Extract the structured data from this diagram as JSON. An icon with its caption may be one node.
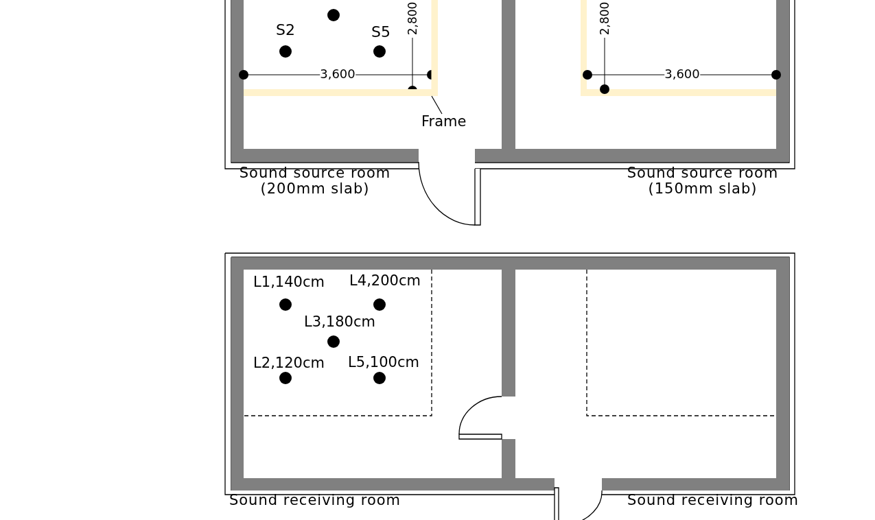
{
  "diagram": {
    "nodes": [
      {
        "text": [
          "Sound source room (200mm slab)"
        ]
      },
      {
        "text": [
          "Sound source room (150mm slab)"
        ]
      },
      {
        "text": [
          "Sound receiving room"
        ]
      },
      {
        "text": [
          "Sound receiving room"
        ]
      },
      {
        "text": [
          "Frame"
        ]
      },
      {
        "text": [],
        "shape": "box",
        "in": 0
      }
    ],
    "edges": [
      {
        "from": 4,
        "to": 5,
        "arrow": "none"
      }
    ],
    "labels": [
      "S2",
      "S5",
      "2,800",
      "3,600",
      "2,800",
      "3,600",
      "L1,140cm",
      "L4,200cm",
      "L3,180cm",
      "L2,120cm",
      "L5,100cm"
    ]
  }
}
